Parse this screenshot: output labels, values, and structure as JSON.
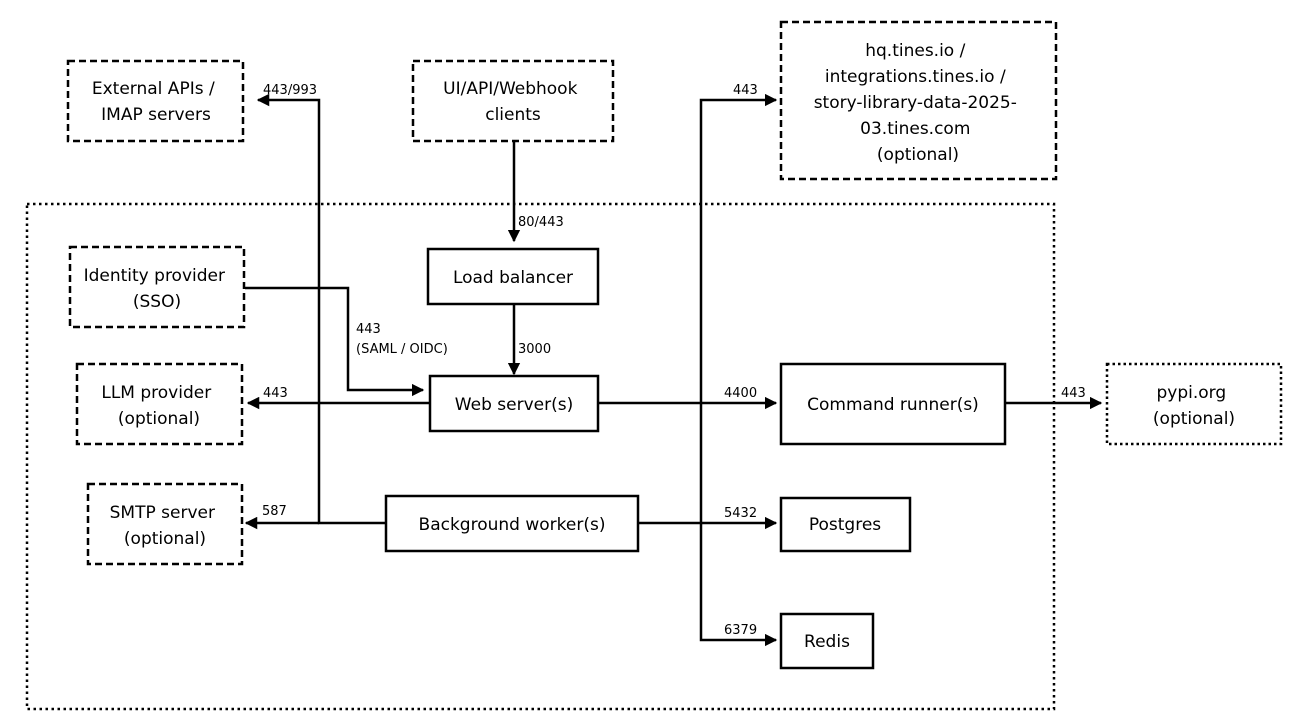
{
  "nodes": {
    "external_apis": [
      "External APIs /",
      "IMAP servers"
    ],
    "webhook_clients": [
      "UI/API/Webhook",
      "clients"
    ],
    "tines_hq": [
      "hq.tines.io /",
      "integrations.tines.io /",
      "story-library-data-2025-",
      "03.tines.com",
      "(optional)"
    ],
    "identity_provider": [
      "Identity provider",
      "(SSO)"
    ],
    "load_balancer": [
      "Load balancer"
    ],
    "llm_provider": [
      "LLM provider",
      "(optional)"
    ],
    "web_server": [
      "Web server(s)"
    ],
    "command_runner": [
      "Command runner(s)"
    ],
    "pypi": [
      "pypi.org",
      "(optional)"
    ],
    "smtp_server": [
      "SMTP server",
      "(optional)"
    ],
    "background_worker": [
      "Background worker(s)"
    ],
    "postgres": [
      "Postgres"
    ],
    "redis": [
      "Redis"
    ]
  },
  "ports": {
    "external_apis": "443/993",
    "load_balancer": "80/443",
    "sso_443": "443",
    "sso_protocol": "(SAML / OIDC)",
    "web_server": "3000",
    "llm_provider": "443",
    "tines_hq": "443",
    "command_runner": "4400",
    "pypi": "443",
    "smtp": "587",
    "postgres": "5432",
    "redis": "6379"
  }
}
